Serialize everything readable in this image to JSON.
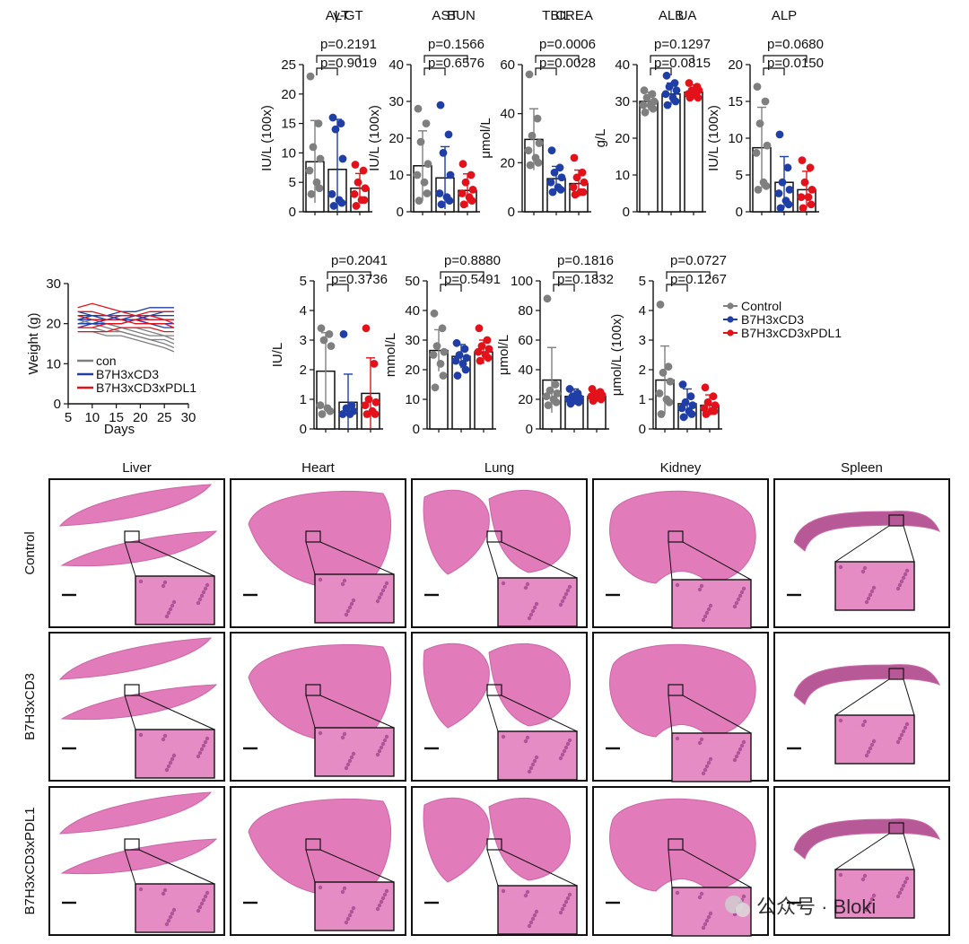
{
  "colors": {
    "control": "#7f7f7f",
    "b7h3": "#1f3fa6",
    "pdl1": "#e3121a",
    "tissue": "#e070b4",
    "tissue_dark": "#b24c8f"
  },
  "legend_right": {
    "items": [
      "Control",
      "B7H3xCD3",
      "B7H3xCD3xPDL1"
    ]
  },
  "legend_weight": {
    "items": [
      "con",
      "B7H3xCD3",
      "B7H3xCD3xPDL1"
    ]
  },
  "tissue_columns": [
    "Liver",
    "Heart",
    "Lung",
    "Kidney",
    "Spleen"
  ],
  "tissue_rows": [
    "Control",
    "B7H3xCD3",
    "B7H3xCD3xPDL1"
  ],
  "watermark": "公众号 · Bloki",
  "chart_data": [
    {
      "type": "bar",
      "title": "ALT",
      "ylabel": "IU/L (100x)",
      "ylim": [
        0,
        25
      ],
      "ticks": [
        0,
        5,
        10,
        15,
        20,
        25
      ],
      "categories": [
        "Control",
        "B7H3xCD3",
        "B7H3xCD3xPDL1"
      ],
      "values": [
        8.5,
        7.2,
        4.0
      ],
      "errors": [
        7,
        8.5,
        2.5
      ],
      "pvalues": [
        "p=0.2191",
        "p=0.9019"
      ],
      "points": [
        [
          23,
          15,
          11,
          9,
          7,
          5,
          4,
          3
        ],
        [
          16,
          15,
          14,
          9,
          3,
          2,
          1.5,
          1
        ],
        [
          8,
          7,
          5,
          4,
          3,
          2,
          2,
          1
        ]
      ]
    },
    {
      "type": "bar",
      "title": "AST",
      "ylabel": "IU/L (100x)",
      "ylim": [
        0,
        40
      ],
      "ticks": [
        0,
        10,
        20,
        30,
        40
      ],
      "categories": [
        "Control",
        "B7H3xCD3",
        "B7H3xCD3xPDL1"
      ],
      "values": [
        12.5,
        9.2,
        5.8
      ],
      "errors": [
        9.5,
        8.5,
        4.5
      ],
      "pvalues": [
        "p=0.1566",
        "p=0.6576"
      ],
      "points": [
        [
          28,
          24,
          19,
          13,
          10,
          8,
          5,
          3
        ],
        [
          29,
          21,
          16,
          10,
          5,
          4,
          3,
          2
        ],
        [
          13,
          10,
          8,
          6,
          5,
          4,
          3,
          2
        ]
      ]
    },
    {
      "type": "bar",
      "title": "TBIL",
      "ylabel": "μmol/L",
      "ylim": [
        0,
        60
      ],
      "ticks": [
        0,
        20,
        40,
        60
      ],
      "categories": [
        "Control",
        "B7H3xCD3",
        "B7H3xCD3xPDL1"
      ],
      "values": [
        29.5,
        13.5,
        11.5
      ],
      "errors": [
        12.5,
        5,
        5.5
      ],
      "pvalues": [
        "p=0.0006",
        "p=0.0028"
      ],
      "points": [
        [
          56,
          38,
          31,
          28,
          25,
          22,
          20,
          19
        ],
        [
          25,
          18,
          16,
          14,
          12,
          10,
          9,
          8
        ],
        [
          22,
          16,
          14,
          12,
          10,
          8,
          8,
          7
        ]
      ]
    },
    {
      "type": "bar",
      "title": "ALB",
      "ylabel": "g/L",
      "ylim": [
        0,
        40
      ],
      "ticks": [
        0,
        10,
        20,
        30,
        40
      ],
      "categories": [
        "Control",
        "B7H3xCD3",
        "B7H3xCD3xPDL1"
      ],
      "values": [
        30,
        32,
        32.5
      ],
      "errors": [
        2.5,
        3,
        2
      ],
      "pvalues": [
        "p=0.1297",
        "p=0.0815"
      ],
      "points": [
        [
          33,
          32,
          31,
          30,
          29,
          29,
          28,
          27
        ],
        [
          37,
          35,
          34,
          33,
          32,
          31,
          30,
          29
        ],
        [
          35,
          34,
          33,
          33,
          32,
          32,
          31,
          31
        ]
      ]
    },
    {
      "type": "bar",
      "title": "ALP",
      "ylabel": "IU/L (100x)",
      "ylim": [
        0,
        20
      ],
      "ticks": [
        0,
        5,
        10,
        15,
        20
      ],
      "categories": [
        "Control",
        "B7H3xCD3",
        "B7H3xCD3xPDL1"
      ],
      "values": [
        8.7,
        4.0,
        3.0
      ],
      "errors": [
        5.5,
        3.5,
        2.5
      ],
      "pvalues": [
        "p=0.0680",
        "p=0.0150"
      ],
      "points": [
        [
          17,
          15,
          12,
          9,
          8,
          4,
          3.5,
          3
        ],
        [
          10.5,
          6,
          4,
          3,
          2.5,
          1.5,
          1,
          0.5
        ],
        [
          7,
          6,
          4,
          3,
          2,
          2,
          1,
          0.5
        ]
      ]
    },
    {
      "type": "bar",
      "title": "γ-GT",
      "ylabel": "IU/L",
      "ylim": [
        0,
        5
      ],
      "ticks": [
        0,
        1,
        2,
        3,
        4,
        5
      ],
      "categories": [
        "Control",
        "B7H3xCD3",
        "B7H3xCD3xPDL1"
      ],
      "values": [
        1.95,
        0.9,
        1.2
      ],
      "errors": [
        1.3,
        0.95,
        1.2
      ],
      "pvalues": [
        "p=0.2041",
        "p=0.3736"
      ],
      "points": [
        [
          3.4,
          3.2,
          3,
          2.8,
          0.8,
          0.7,
          0.6,
          0.5
        ],
        [
          3.2,
          0.8,
          0.7,
          0.6,
          0.5,
          0.5
        ],
        [
          3.4,
          2.2,
          1,
          0.9,
          0.8,
          0.6,
          0.5,
          0.5
        ]
      ]
    },
    {
      "type": "bar",
      "title": "BUN",
      "ylabel": "mmol/L",
      "ylim": [
        0,
        50
      ],
      "ticks": [
        0,
        10,
        20,
        30,
        40,
        50
      ],
      "categories": [
        "Control",
        "B7H3xCD3",
        "B7H3xCD3xPDL1"
      ],
      "values": [
        26.5,
        24.5,
        26
      ],
      "errors": [
        7,
        4,
        4
      ],
      "pvalues": [
        "p=0.8880",
        "p=0.5491"
      ],
      "points": [
        [
          39,
          34,
          28,
          26,
          25,
          22,
          18,
          14
        ],
        [
          29,
          27,
          25,
          24,
          23,
          22,
          20,
          18
        ],
        [
          34,
          30,
          28,
          27,
          26,
          25,
          24,
          23
        ]
      ]
    },
    {
      "type": "bar",
      "title": "CREA",
      "ylabel": "μmol/L",
      "ylim": [
        0,
        100
      ],
      "ticks": [
        0,
        20,
        40,
        60,
        80,
        100
      ],
      "categories": [
        "Control",
        "B7H3xCD3",
        "B7H3xCD3xPDL1"
      ],
      "values": [
        33,
        22,
        22
      ],
      "errors": [
        22,
        5,
        4
      ],
      "pvalues": [
        "p=0.1816",
        "p=0.1832"
      ],
      "points": [
        [
          88,
          30,
          26,
          24,
          22,
          20,
          18,
          16
        ],
        [
          27,
          24,
          22,
          21,
          20,
          19,
          18,
          17
        ],
        [
          27,
          25,
          24,
          23,
          22,
          21,
          20,
          19
        ]
      ]
    },
    {
      "type": "bar",
      "title": "UA",
      "ylabel": "μmol/L (100x)",
      "ylim": [
        0,
        5
      ],
      "ticks": [
        0,
        1,
        2,
        3,
        4,
        5
      ],
      "categories": [
        "Control",
        "B7H3xCD3",
        "B7H3xCD3xPDL1"
      ],
      "values": [
        1.65,
        0.85,
        0.8
      ],
      "errors": [
        1.15,
        0.5,
        0.35
      ],
      "pvalues": [
        "p=0.0727",
        "p=0.1267"
      ],
      "points": [
        [
          4.2,
          2.1,
          1.9,
          1.6,
          1.2,
          1,
          0.9,
          0.5
        ],
        [
          1.5,
          1.1,
          0.9,
          0.8,
          0.7,
          0.6,
          0.5,
          0.4
        ],
        [
          1.4,
          1.1,
          0.9,
          0.8,
          0.7,
          0.6,
          0.6,
          0.5
        ]
      ]
    },
    {
      "type": "line",
      "xlabel": "Days",
      "ylabel": "Weight (g)",
      "xlim": [
        5,
        30
      ],
      "ylim": [
        0,
        30
      ],
      "xticks": [
        5,
        10,
        15,
        20,
        25,
        30
      ],
      "yticks": [
        0,
        10,
        20,
        30
      ],
      "x": [
        7,
        10,
        13,
        16,
        19,
        22,
        25,
        27
      ],
      "series": [
        {
          "name": "con",
          "group": "control",
          "lines": [
            [
              20,
              20,
              19,
              18,
              17,
              16,
              15,
              14
            ],
            [
              19,
              19,
              18,
              18,
              17,
              16,
              16,
              15
            ],
            [
              21,
              20,
              20,
              19,
              18,
              17,
              17,
              16
            ],
            [
              20,
              21,
              20,
              19,
              19,
              18,
              17,
              17
            ],
            [
              18,
              18,
              17,
              17,
              16,
              15,
              14,
              13
            ]
          ]
        },
        {
          "name": "B7H3xCD3",
          "group": "b7h3",
          "lines": [
            [
              21,
              22,
              22,
              23,
              23,
              24,
              24,
              24
            ],
            [
              22,
              22,
              21,
              21,
              22,
              22,
              23,
              23
            ],
            [
              20,
              20,
              21,
              21,
              21,
              20,
              20,
              20
            ],
            [
              23,
              22,
              22,
              21,
              21,
              20,
              19,
              19
            ],
            [
              19,
              20,
              20,
              20,
              21,
              22,
              22,
              22
            ],
            [
              21,
              21,
              21,
              22,
              22,
              21,
              21,
              21
            ]
          ]
        },
        {
          "name": "B7H3xCD3xPDL1",
          "group": "pdl1",
          "lines": [
            [
              24,
              25,
              24,
              23,
              22,
              22,
              21,
              21
            ],
            [
              22,
              21,
              21,
              21,
              20,
              20,
              20,
              19
            ],
            [
              19,
              19,
              20,
              20,
              21,
              21,
              21,
              20
            ],
            [
              18,
              18,
              18,
              19,
              19,
              19,
              18,
              18
            ],
            [
              23,
              23,
              22,
              22,
              22,
              23,
              23,
              23
            ]
          ]
        }
      ]
    }
  ]
}
